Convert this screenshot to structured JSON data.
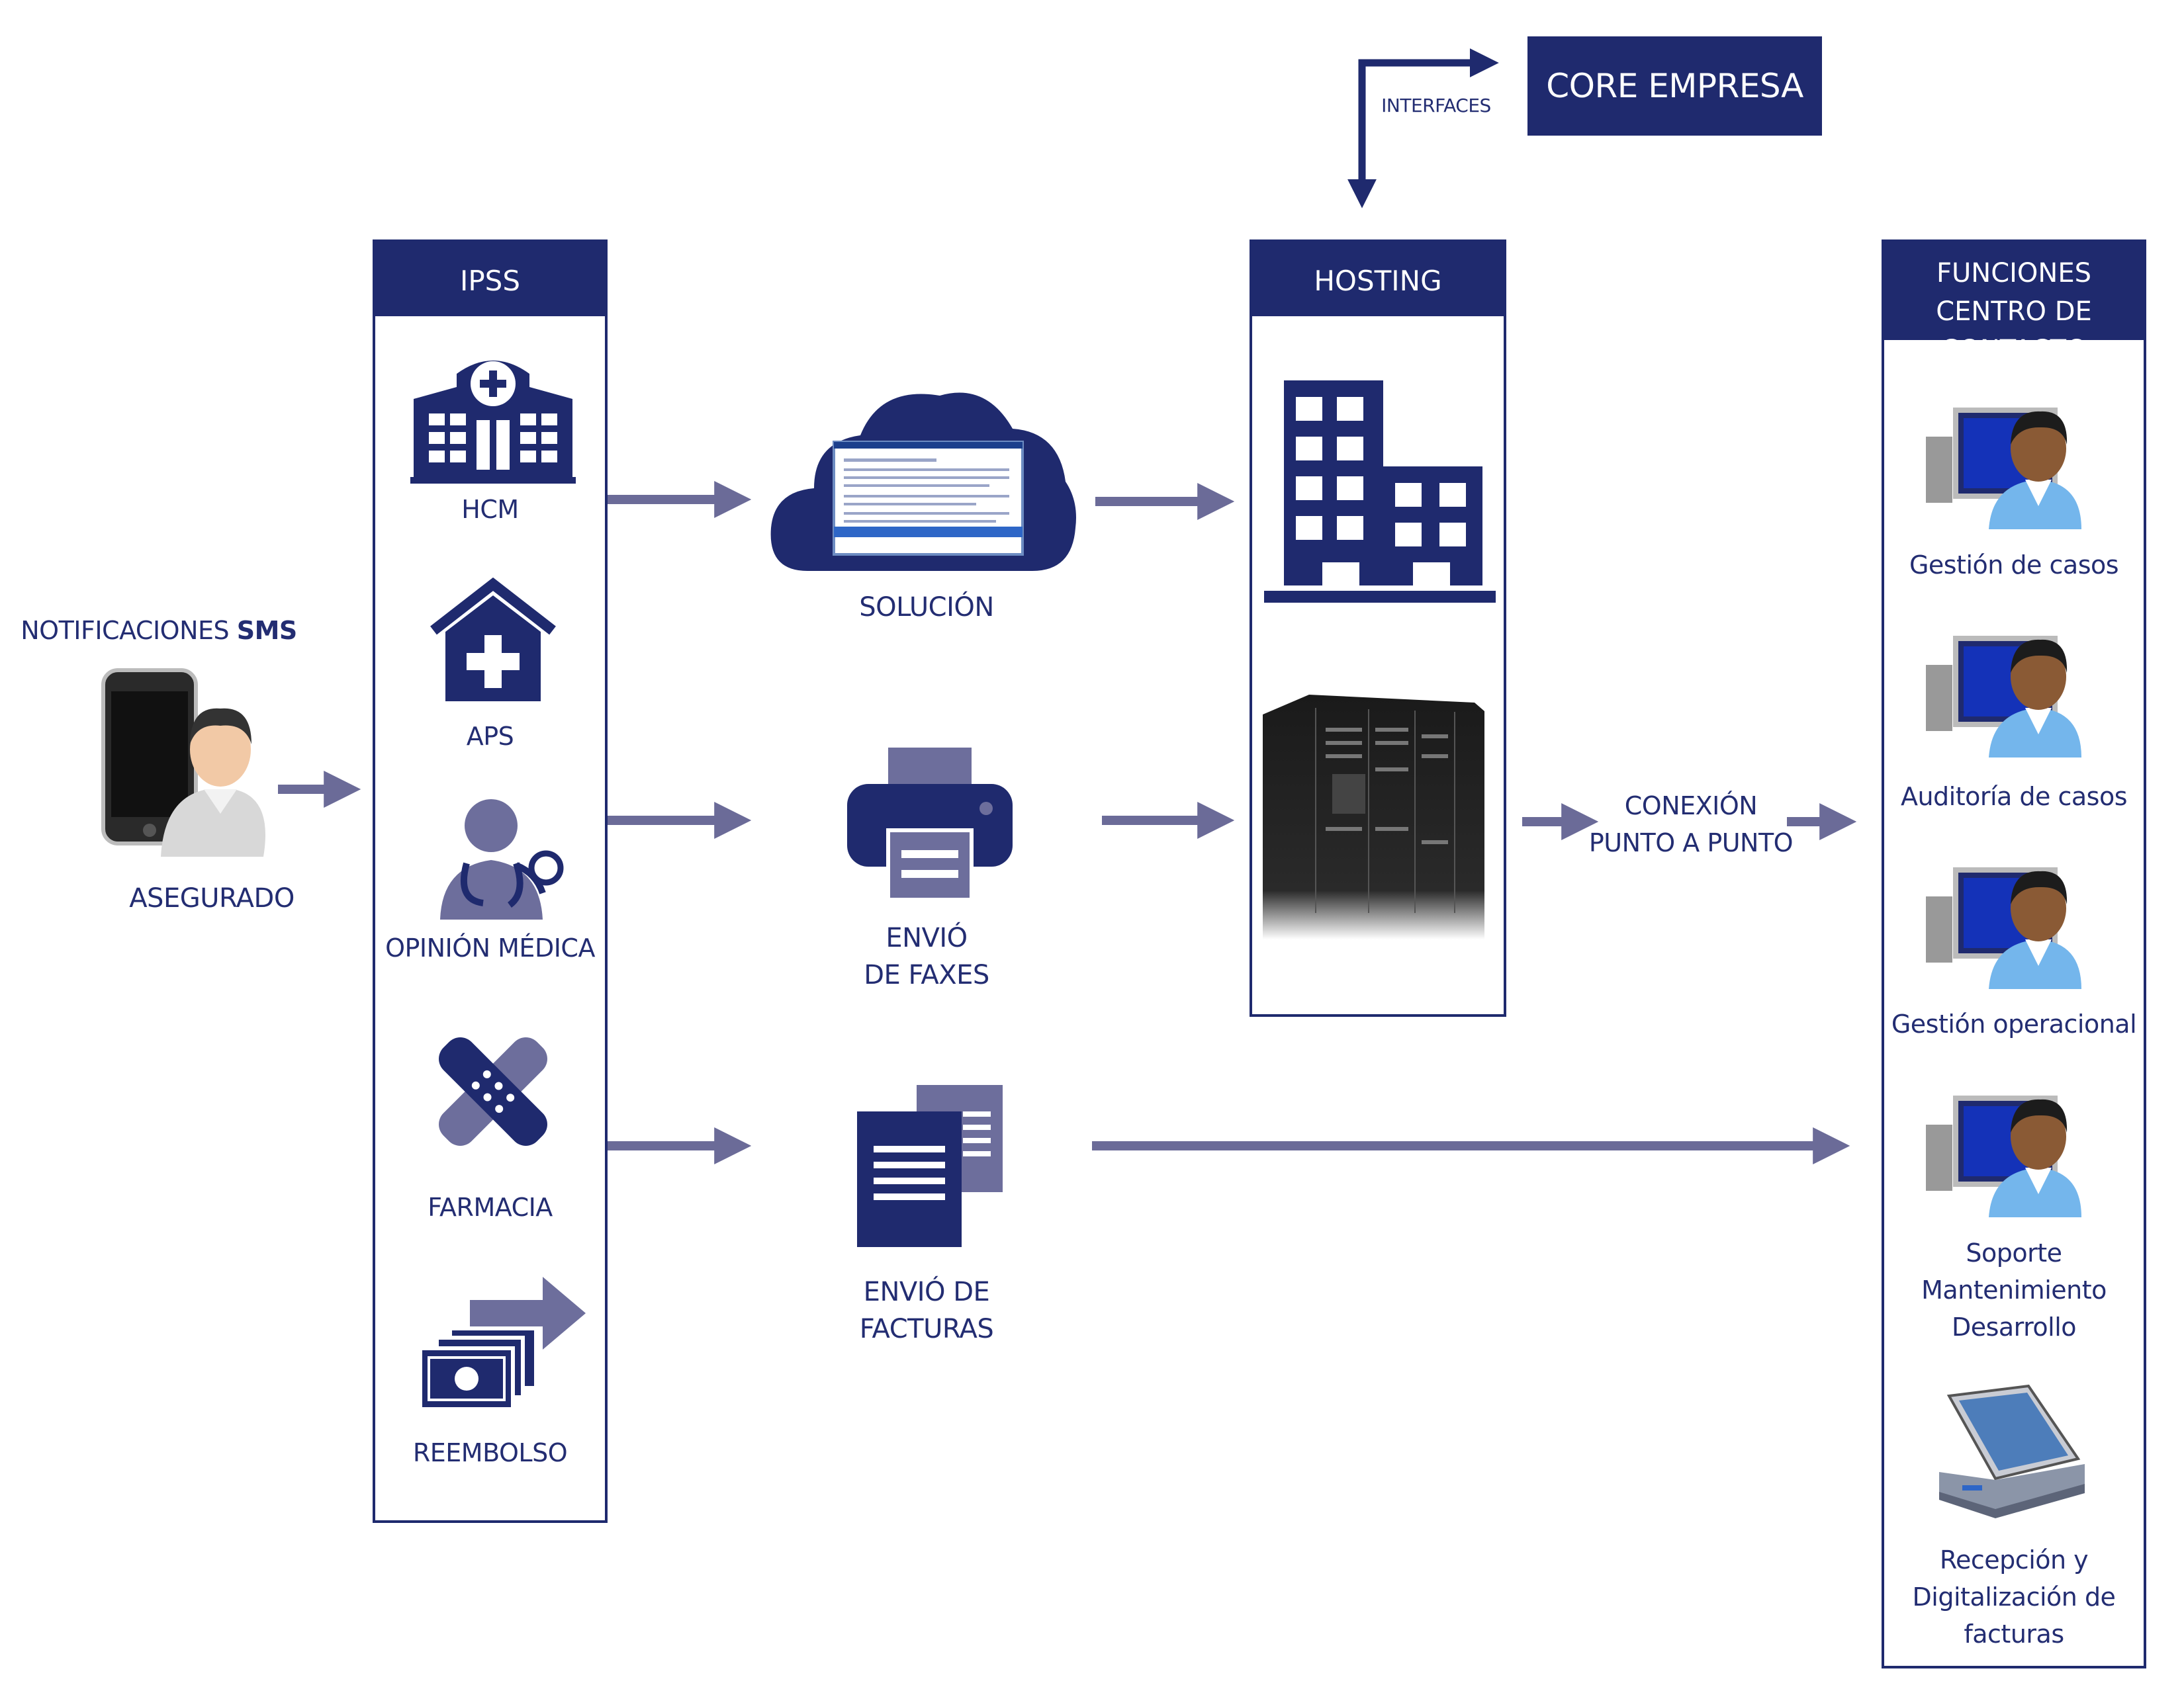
{
  "core": {
    "title": "CORE EMPRESA",
    "interfaces_label": "INTERFACES"
  },
  "left": {
    "sms_prefix": "NOTIFICACIONES ",
    "sms_bold": "SMS",
    "user_label": "ASEGURADO"
  },
  "ipss": {
    "title": "IPSS",
    "items": [
      {
        "label": "HCM",
        "icon": "hospital-icon"
      },
      {
        "label": "APS",
        "icon": "clinic-icon"
      },
      {
        "label": "OPINIÓN MÉDICA",
        "icon": "doctor-icon"
      },
      {
        "label": "FARMACIA",
        "icon": "bandage-icon"
      },
      {
        "label": "REEMBOLSO",
        "icon": "money-transfer-icon"
      }
    ]
  },
  "middle": {
    "solution": "SOLUCIÓN",
    "fax_line1": "ENVIÓ",
    "fax_line2": "DE FAXES",
    "invoice_line1": "ENVIÓ DE",
    "invoice_line2": "FACTURAS"
  },
  "hosting": {
    "title": "HOSTING"
  },
  "connection": {
    "line1": "CONEXIÓN",
    "line2": "PUNTO A PUNTO"
  },
  "contact_center": {
    "title_line1": "FUNCIONES",
    "title_line2": "CENTRO DE CONTACTO",
    "items": [
      {
        "lines": [
          "Gestión de casos"
        ],
        "icon": "operator-icon"
      },
      {
        "lines": [
          "Auditoría de casos"
        ],
        "icon": "operator-icon"
      },
      {
        "lines": [
          "Gestión operacional"
        ],
        "icon": "operator-icon"
      },
      {
        "lines": [
          "Soporte",
          "Mantenimiento",
          "Desarrollo"
        ],
        "icon": "operator-icon"
      },
      {
        "lines": [
          "Recepción y",
          "Digitalización de",
          "facturas"
        ],
        "icon": "scanner-icon"
      }
    ]
  },
  "colors": {
    "navy": "#1f2a6e",
    "arrow": "#6b6b98",
    "icon_light": "#6d6e9c"
  }
}
